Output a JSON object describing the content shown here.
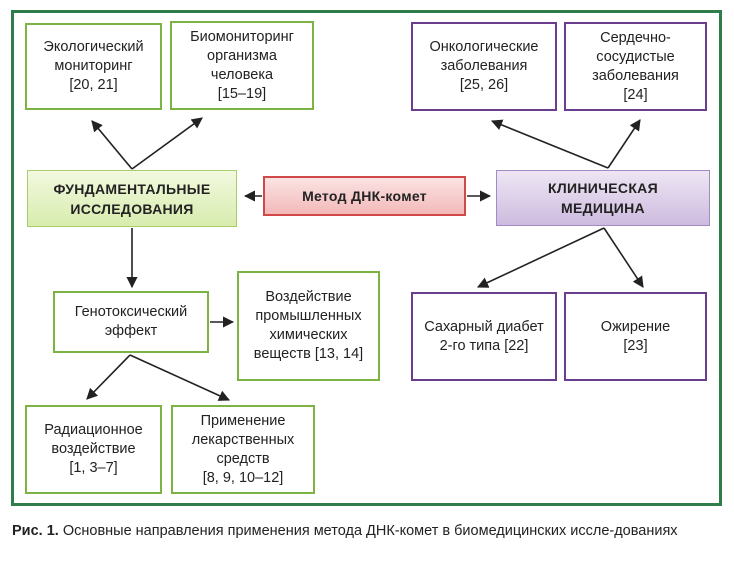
{
  "boxes": {
    "eco_monitoring": [
      "Экологический",
      "мониторинг",
      "[20, 21]"
    ],
    "bio_monitoring": [
      "Биомониторинг",
      "организма",
      "человека",
      "[15–19]"
    ],
    "oncology": [
      "Онкологические",
      "заболевания",
      "[25, 26]"
    ],
    "cardio": [
      "Сердечно-",
      "сосудистые",
      "заболевания",
      "[24]"
    ],
    "fundamental": [
      "ФУНДАМЕНТАЛЬНЫЕ",
      "ИССЛЕДОВАНИЯ"
    ],
    "method": [
      "Метод ДНК-комет"
    ],
    "clinical": [
      "КЛИНИЧЕСКАЯ",
      "МЕДИЦИНА"
    ],
    "genotoxic": [
      "Генотоксический",
      "эффект"
    ],
    "industrial": [
      "Воздействие",
      "промышленных",
      "химических",
      "веществ [13, 14]"
    ],
    "diabetes": [
      "Сахарный диабет",
      "2-го типа [22]"
    ],
    "obesity": [
      "Ожирение",
      "[23]"
    ],
    "radiation": [
      "Радиационное",
      "воздействие",
      "[1, 3–7]"
    ],
    "drugs": [
      "Применение",
      "лекарственных",
      "средств",
      "[8, 9, 10–12]"
    ]
  },
  "caption": {
    "label": "Рис. 1.",
    "text": " Основные направления применения метода ДНК-комет в биомедицинских иссле-дованиях"
  },
  "colors": {
    "frame": "#2f7d4a",
    "green_border": "#7cb342",
    "purple_border": "#6a3d8e",
    "red_border": "#d04848"
  }
}
